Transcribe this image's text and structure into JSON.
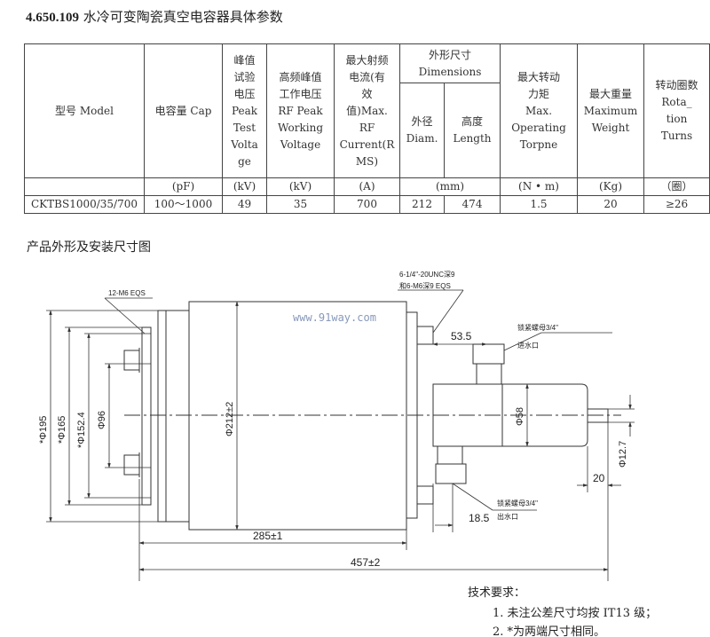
{
  "title": {
    "code": "4.650.109",
    "text": "水冷可变陶瓷真空电容器具体参数"
  },
  "table": {
    "h_model": "型号 Model",
    "h_cap": "电容量 Cap",
    "h_peak": [
      "峰值",
      "试验",
      "电压",
      "Peak",
      "Test",
      "Volta",
      "ge"
    ],
    "h_rf": [
      "高频峰值",
      "工作电压",
      "RF Peak",
      "Working",
      "Voltage"
    ],
    "h_current": [
      "最大射频",
      "电流(有",
      "效",
      "值)Max.",
      "RF",
      "Current(R",
      "MS)"
    ],
    "h_dim": [
      "外形尺寸",
      "Dimensions"
    ],
    "h_diam": [
      "外径",
      "Diam."
    ],
    "h_len": [
      "高度",
      "Length"
    ],
    "h_torque": [
      "最大转动",
      "力矩",
      "Max.",
      "Operating",
      "Torpne"
    ],
    "h_weight": [
      "最大重量",
      "Maximum",
      "Weight"
    ],
    "h_turns": [
      "转动圈数",
      "Rota_",
      "tion",
      "Turns"
    ],
    "units": [
      "(pF)",
      "(kV)",
      "(kV)",
      "(A)",
      "(mm)",
      "(N • m)",
      "(Kg)",
      "（圈）"
    ],
    "row": [
      "CKTBS1000/35/700",
      "100～1000",
      "49",
      "35",
      "700",
      "212",
      "474",
      "1.5",
      "20",
      "≥26"
    ]
  },
  "section_title": "产品外形及安装尺寸图",
  "drawing": {
    "label_12m6": "12-M6  EQS",
    "label_thread1": "6-1/4\"-20UNC深9",
    "label_thread2": "和6-M6深9   EQS",
    "watermark": "www.91way.com",
    "d195": "*Φ195",
    "d165": "*Φ165",
    "d152": "*Φ152.4",
    "d96": "Φ96",
    "d212": "Φ212±2",
    "d58": "Φ58",
    "d127": "Φ12.7",
    "l535": "53.5",
    "l20": "20",
    "l185": "18.5",
    "l285": "285±1",
    "l457": "457±2",
    "nut_in": "锁紧螺母3/4\"",
    "inlet": "进水口",
    "nut_out": "锁紧螺母3/4\"",
    "outlet": "出水口"
  },
  "requirements": {
    "heading": "技术要求：",
    "items": [
      "1. 未注公差尺寸均按 IT13 级；",
      "2. *为两端尺寸相同。"
    ]
  }
}
